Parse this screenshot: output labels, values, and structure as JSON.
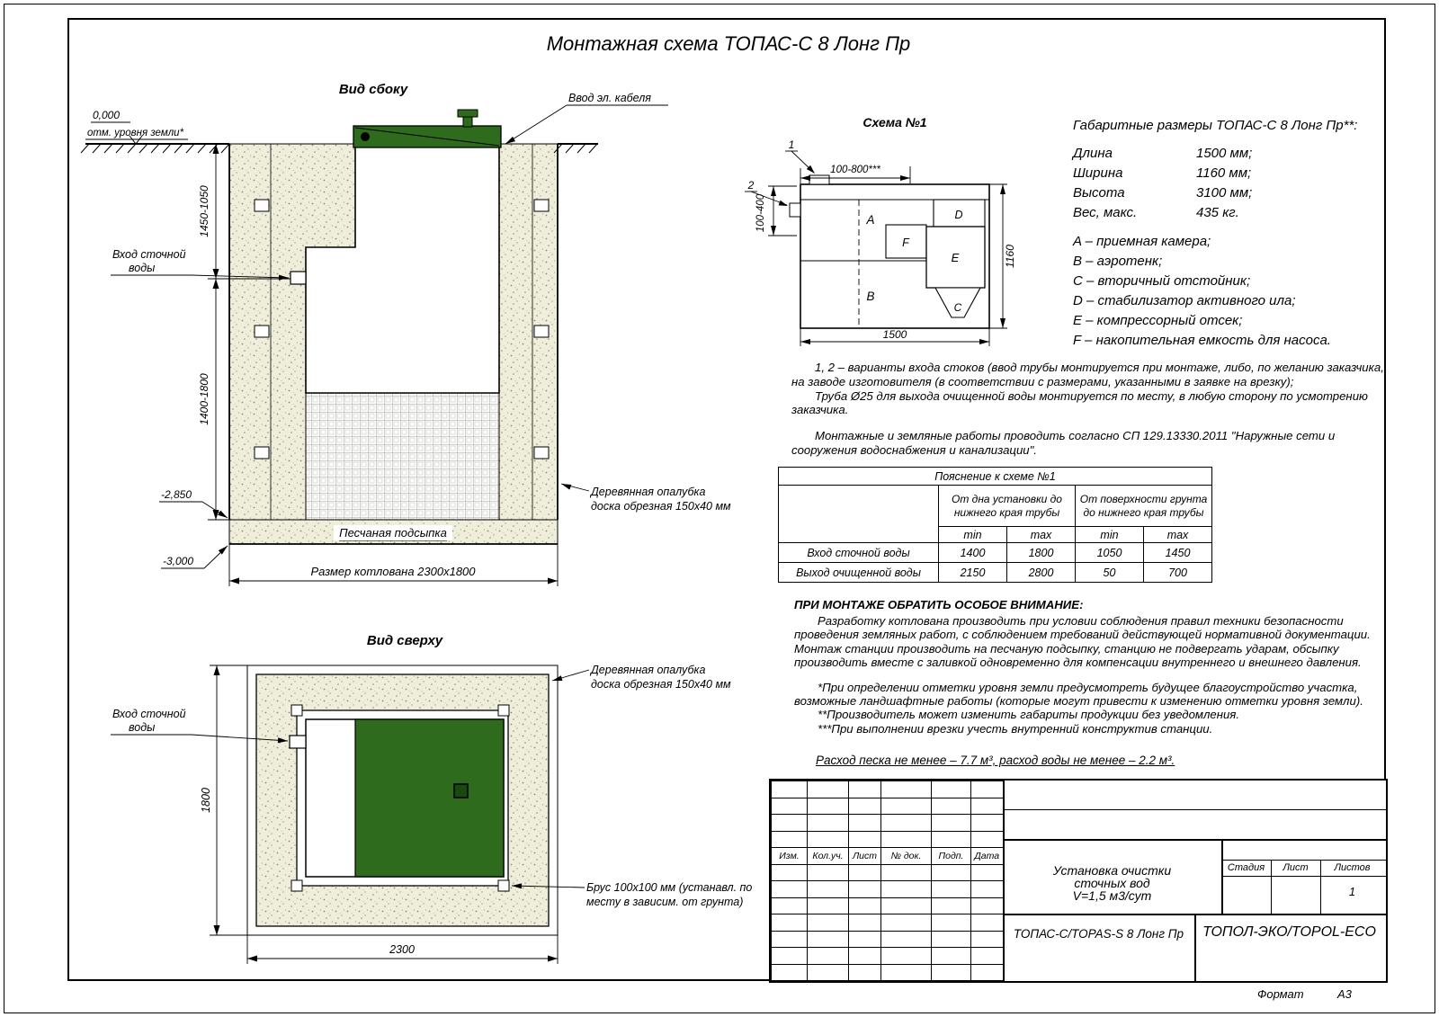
{
  "colors": {
    "green": "#2e6b1c",
    "green_dark": "#1d4711"
  },
  "title": "Монтажная схема ТОПАС-С 8 Лонг Пр",
  "side_view": {
    "label": "Вид сбоку",
    "cable_label": "Ввод эл. кабеля",
    "zero_mark": "0,000",
    "ground_label": "отм. уровня земли*",
    "dim_upper": "1450-1050",
    "dim_lower": "1400-1800",
    "inlet_line1": "Вход сточной",
    "inlet_line2": "воды",
    "mark_minus_2850": "-2,850",
    "mark_minus_3000": "-3,000",
    "formwork_line1": "Деревянная опалубка",
    "formwork_line2": "доска обрезная 150х40 мм",
    "sand_label": "Песчаная подсыпка",
    "pit_size_label": "Размер котлована 2300х1800"
  },
  "top_view": {
    "label": "Вид сверху",
    "inlet_line1": "Вход сточной",
    "inlet_line2": "воды",
    "formwork_line1": "Деревянная опалубка",
    "formwork_line2": "доска обрезная 150х40 мм",
    "beam_line1": "Брус 100х100 мм (устанавл. по",
    "beam_line2": "месту в зависим. от грунта)",
    "dim_width": "1800",
    "dim_length": "2300"
  },
  "scheme": {
    "label": "Схема №1",
    "entry1": "1",
    "entry2": "2",
    "dim_top": "100-800***",
    "dim_left": "100-400",
    "dim_bottom": "1500",
    "dim_right": "1160",
    "section_a": "A",
    "section_b": "B",
    "section_c": "C",
    "section_d": "D",
    "section_e": "E",
    "section_f": "F"
  },
  "overall": {
    "title": "Габаритные размеры ТОПАС-С 8 Лонг Пр**:",
    "rows": [
      {
        "label": "Длина",
        "value": "1500 мм;"
      },
      {
        "label": "Ширина",
        "value": "1160 мм;"
      },
      {
        "label": "Высота",
        "value": "3100 мм;"
      },
      {
        "label": "Вес, макс.",
        "value": "435 кг."
      }
    ],
    "legend": [
      "A – приемная камера;",
      "B – аэротенк;",
      "C – вторичный отстойник;",
      "D – стабилизатор активного ила;",
      "E – компрессорный отсек;",
      "F – накопительная емкость для насоса."
    ]
  },
  "notes": {
    "note1": "1, 2 – варианты входа  стоков (ввод трубы монтируется при монтаже, либо, по желанию заказчика, на заводе изготовителя (в соответствии с размерами, указанными в заявке на врезку);",
    "note2": "Труба Ø25 для выхода очищенной воды монтируется по месту, в любую сторону по усмотрению заказчика.",
    "note3": "Монтажные и земляные работы проводить согласно СП 129.13330.2011 \"Наружные сети и сооружения водоснабжения и канализации\"."
  },
  "table": {
    "title": "Пояснение к схеме №1",
    "col_group1": "От дна установки до нижнего края трубы",
    "col_group2": "От поверхности грунта до нижнего края трубы",
    "minmax": [
      "min",
      "max",
      "min",
      "max"
    ],
    "rows": [
      {
        "label": "Вход сточной воды",
        "values": [
          "1400",
          "1800",
          "1050",
          "1450"
        ]
      },
      {
        "label": "Выход очищенной воды",
        "values": [
          "2150",
          "2800",
          "50",
          "700"
        ]
      }
    ]
  },
  "attention": {
    "title": "ПРИ МОНТАЖЕ ОБРАТИТЬ ОСОБОЕ ВНИМАНИЕ:",
    "para1": "Разработку котлована производить при условии соблюдения правил техники безопасности проведения земляных работ, с соблюдением требований действующей нормативной документации. Монтаж станции производить на песчаную подсыпку, станцию не подвергать ударам, обсыпку производить вместе с заливкой одновременно для компенсации внутреннего и внешнего давления.",
    "star1": "*При определении отметки уровня земли предусмотреть будущее благоустройство участка, возможные ландшафтные работы (которые могут привести к изменению отметки уровня земли).",
    "star2": "**Производитель может изменить габариты продукции без уведомления.",
    "star3": "***При выполнении врезки учесть внутренний конструктив станции.",
    "consumption": "Расход песка не менее – 7.7 м³, расход воды не менее – 2.2 м³."
  },
  "title_block": {
    "col_headers": [
      "Изм.",
      "Кол.уч.",
      "Лист",
      "№ док.",
      "Подп.",
      "Дата"
    ],
    "project_line1": "Установка очистки",
    "project_line2": "сточных вод",
    "project_line3": "V=1,5 м3/сут",
    "stage": "Стадия",
    "sheet": "Лист",
    "sheets": "Листов",
    "sheets_value": "1",
    "model": "ТОПАС-С/TOPAS-S 8 Лонг Пр",
    "company": "ТОПОЛ-ЭКО/TOPOL-ECO",
    "format_label": "Формат",
    "format_value": "А3"
  }
}
